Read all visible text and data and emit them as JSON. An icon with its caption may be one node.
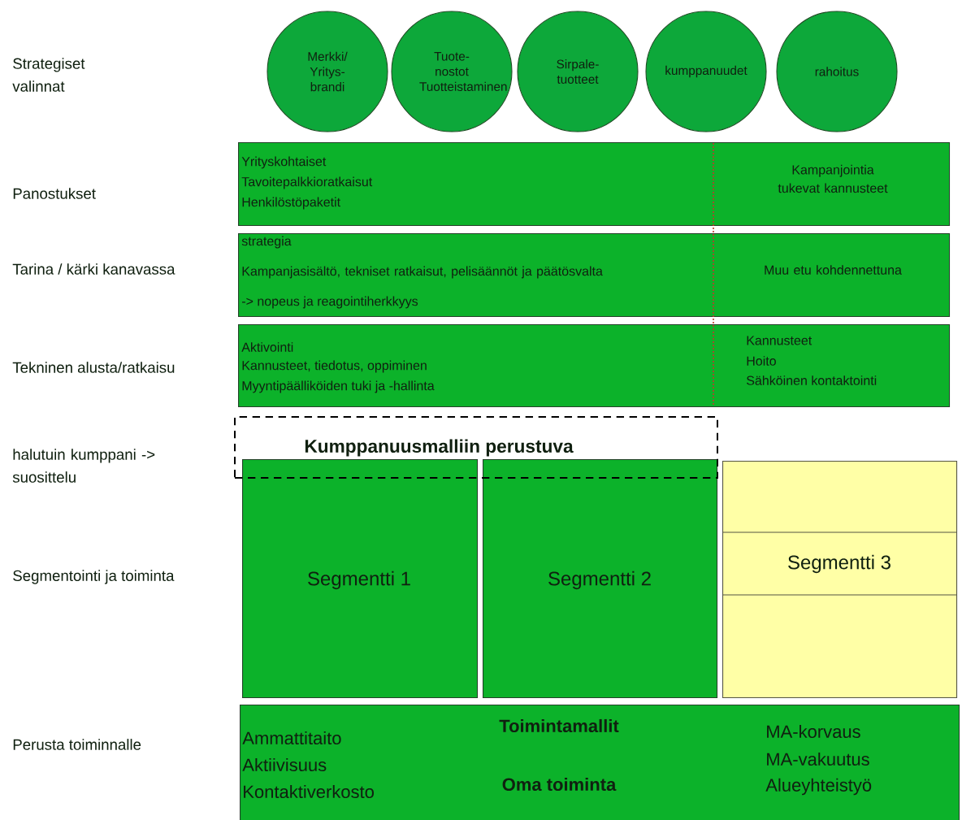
{
  "diagram": {
    "nodes": [
      {
        "text": [
          "Merkki/ Yritys- brandi"
        ]
      },
      {
        "text": [
          "Tuote- nostot Tuotteistaminen"
        ]
      },
      {
        "text": [
          "Sirpale- tuotteet"
        ]
      },
      {
        "text": [
          "kumppanuudet"
        ]
      },
      {
        "text": [
          "rahoitus"
        ]
      },
      {
        "text": [
          "Yrityskohtaiset",
          "Tavoitepalkkioratkaisut",
          "Henkilöstöpaketit",
          "Kampanjointia tukevat kannusteet"
        ]
      },
      {
        "text": [
          "strategia",
          "Kampanjasisältö, tekniset ratkaisut, pelisäännöt ja päätösvalta",
          "-> nopeus ja reagointiherkkyys",
          "Muu etu kohdennettuna"
        ]
      },
      {
        "text": [
          "Aktivointi",
          "Kannusteet, tiedotus, oppiminen",
          "Myyntipäälliköiden tuki ja -hallinta",
          "Kannusteet",
          "Hoito",
          "Sähköinen kontaktointi"
        ]
      },
      {
        "text": [
          "Kumppanuusmalliin perustuva"
        ]
      },
      {
        "text": [
          "Segmentti 1"
        ]
      },
      {
        "text": [
          "Segmentti 2"
        ]
      },
      {
        "text": [
          "Segmentti 3"
        ]
      },
      {
        "text": [
          "Ammattitaito",
          "Aktiivisuus",
          "Kontaktiverkosto",
          "Toimintamallit",
          "Oma toiminta",
          "MA-korvaus",
          "MA-vakuutus",
          "Alueyhteistyö"
        ]
      }
    ],
    "edges": [],
    "labels": [
      "Strategiset valinnat",
      "Panostukset",
      "Tarina / kärki kanavassa",
      "Tekninen alusta/ratkaisu",
      "halutuin kumppani -> suosittelu",
      "Segmentointi ja toiminta",
      "Perusta toiminnalle"
    ]
  }
}
